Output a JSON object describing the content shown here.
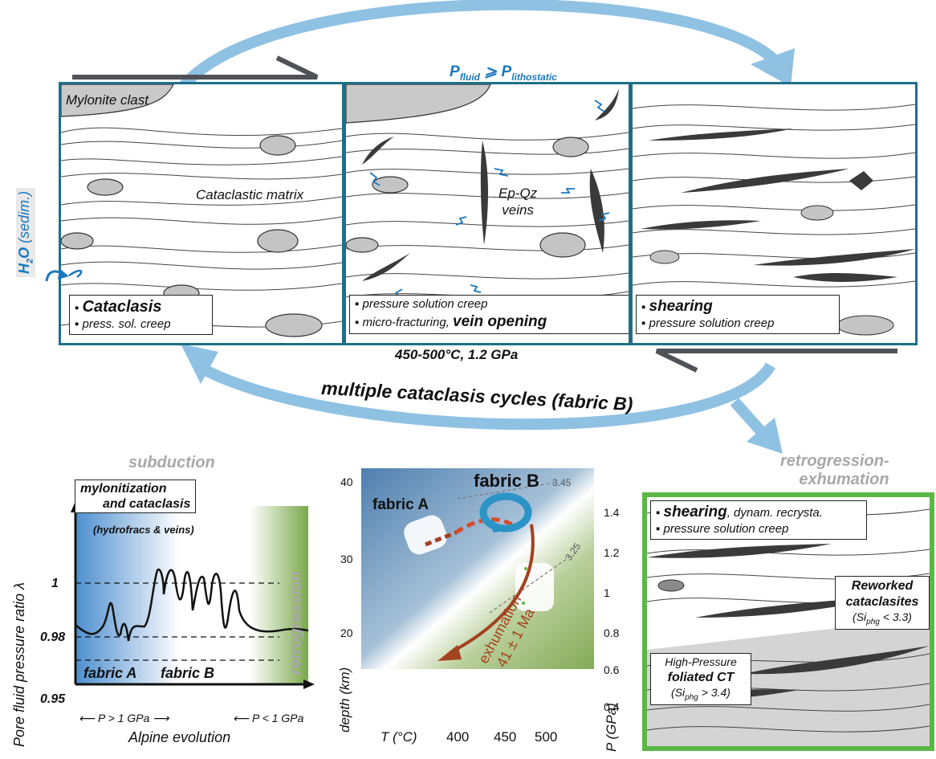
{
  "top": {
    "pressure_condition": {
      "p_fluid": "P",
      "sub_fluid": "fluid",
      "relation": "⩾",
      "p_lith": "P",
      "sub_lith": "lithostatic"
    },
    "conditions": "450-500°C, 1.2 GPa",
    "cycle_label": "multiple cataclasis cycles (fabric B)",
    "water_input": {
      "h": "H",
      "sub": "2",
      "o": "O",
      "paren": "(sedim.)"
    }
  },
  "panel1": {
    "clast_label": "Mylonite clast",
    "matrix_label": "Cataclastic matrix",
    "box": [
      "Cataclasis",
      "press. sol. creep"
    ]
  },
  "panel2": {
    "veins_label": [
      "Ep-Qz",
      "veins"
    ],
    "box": [
      "pressure solution creep",
      "micro-fracturing, ",
      "vein opening"
    ]
  },
  "panel3": {
    "box": [
      "shearing",
      "pressure solution creep"
    ]
  },
  "panel4": {
    "title": [
      "retrogression-",
      "exhumation"
    ],
    "box": [
      "shearing",
      ", dynam. recrysta.",
      "pressure solution creep"
    ],
    "reworked": [
      "Reworked",
      "cataclasites",
      "(Si",
      "phg",
      " < 3.3)"
    ],
    "hp": [
      "High-Pressure",
      "foliated CT",
      "(Si",
      "phg",
      " > 3.4)"
    ]
  },
  "graph_left": {
    "title": "subduction",
    "box": [
      "mylonitization",
      "and cataclasis"
    ],
    "hydro": "(hydrofracs & veins)",
    "ylabel": "Pore fluid pressure ratio λ",
    "xlabel": "Alpine evolution",
    "retro": "retrogression",
    "y_ticks": [
      "1",
      "0.98",
      "0.95"
    ],
    "fabric_a": "fabric A",
    "fabric_b": "fabric B",
    "p_gt": "P > 1 GPa",
    "p_lt": "P < 1 GPa"
  },
  "graph_pt": {
    "fabric_a": "fabric A",
    "fabric_b": "fabric B",
    "depth_label": "depth (km)",
    "depth_ticks": [
      "40",
      "30",
      "20"
    ],
    "p_label": "P (GPa)",
    "p_ticks": [
      "1.4",
      "1.2",
      "1",
      "0.8",
      "0.6",
      "0.4"
    ],
    "t_label": "T (°C)",
    "t_ticks": [
      "400",
      "450",
      "500"
    ],
    "iso_high": "3.45",
    "iso_low": "3.25",
    "exhumation": [
      "exhumation",
      "41 ± 1 Ma"
    ]
  },
  "colors": {
    "panel_border": "#1f6f86",
    "green_border": "#5bb745",
    "arrow_blue": "#8fc1e3",
    "rust": "#a3421f"
  }
}
